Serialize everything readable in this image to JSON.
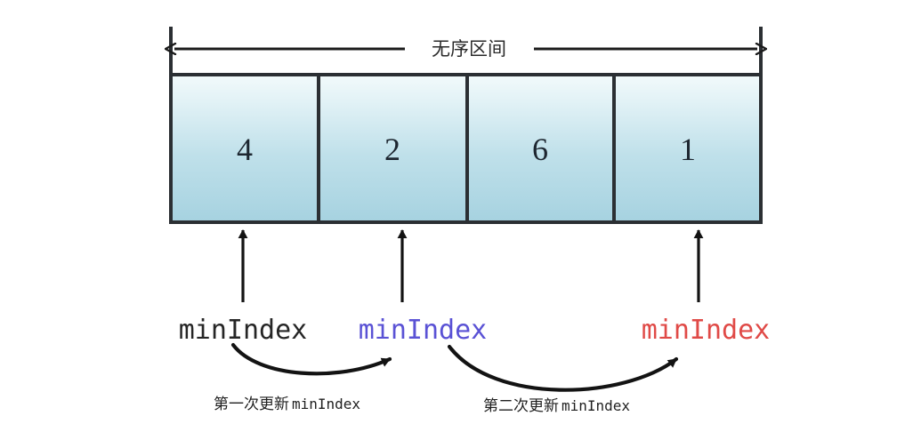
{
  "diagram": {
    "title_text": "无序区间",
    "background_color": "#ffffff",
    "stroke_color": "#2b2f33",
    "array": {
      "cells": [
        {
          "value": "4",
          "index": 0
        },
        {
          "value": "2",
          "index": 1
        },
        {
          "value": "6",
          "index": 2
        },
        {
          "value": "1",
          "index": 3
        }
      ],
      "fill_top_color": "#eef7f9",
      "fill_bottom_color": "#a9d4e1",
      "border_color": "#2b2f33"
    },
    "pointers": [
      {
        "label": "minIndex",
        "color": "#262626",
        "target_index": 0,
        "name": "pointer-initial"
      },
      {
        "label": "minIndex",
        "color": "#5a52d5",
        "target_index": 1,
        "name": "pointer-first-update"
      },
      {
        "label": "minIndex",
        "color": "#e04a47",
        "target_index": 3,
        "name": "pointer-second-update"
      }
    ],
    "captions": [
      {
        "cn": "第一次更新",
        "mono": "minIndex",
        "name": "caption-first-update"
      },
      {
        "cn": "第二次更新",
        "mono": "minIndex",
        "name": "caption-second-update"
      }
    ]
  }
}
